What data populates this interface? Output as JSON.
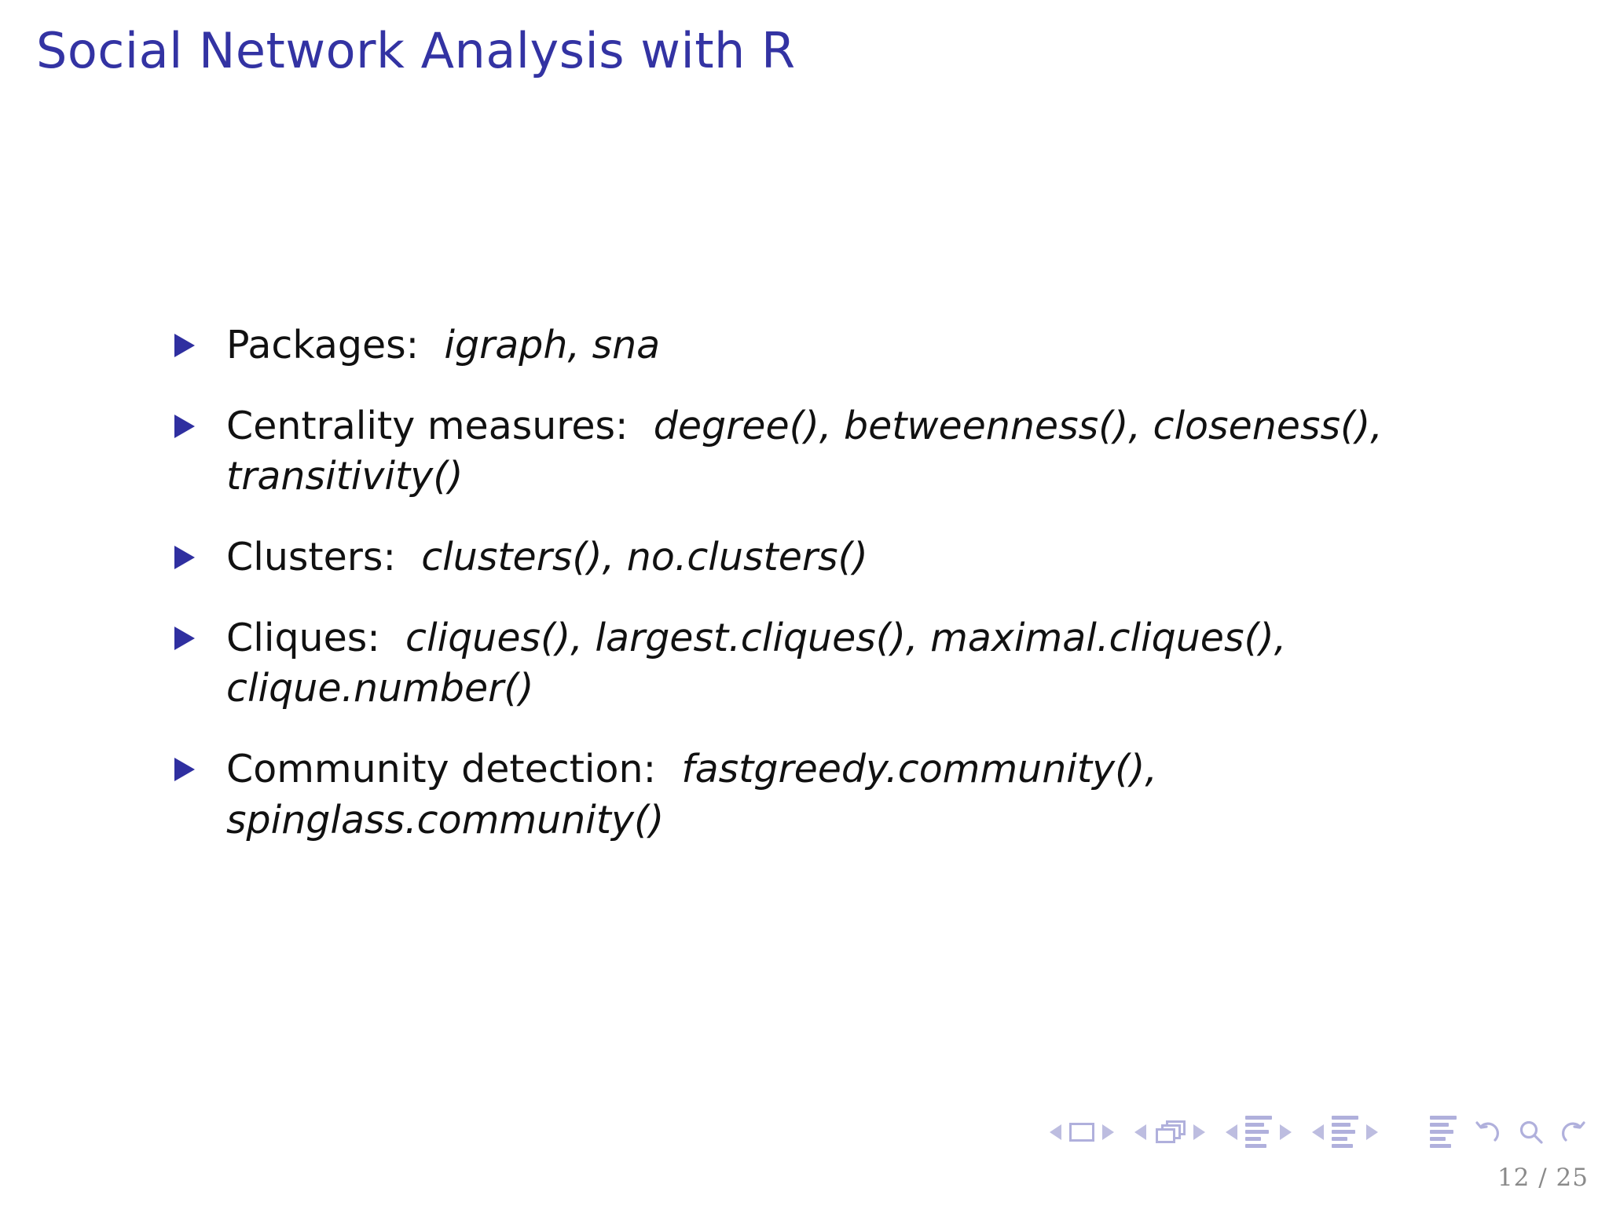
{
  "slide": {
    "title": "Social Network Analysis with R",
    "background_color": "#ffffff",
    "title_color": "#3333A3",
    "bullet_color": "#2F2FA0",
    "body_text_color": "#111111",
    "nav_icon_color": "#B0B0DC",
    "page_number_color": "#8A8A8A"
  },
  "bullets": [
    {
      "label": "Packages:",
      "functions": "igraph, sna",
      "full_text": "Packages: igraph, sna"
    },
    {
      "label": "Centrality measures:",
      "functions": "degree(), betweenness(), closeness(), transitivity()",
      "full_text": "Centrality measures: degree(), betweenness(), closeness(), transitivity()"
    },
    {
      "label": "Clusters:",
      "functions": "clusters(), no.clusters()",
      "full_text": "Clusters: clusters(), no.clusters()"
    },
    {
      "label": "Cliques:",
      "functions": "cliques(), largest.cliques(), maximal.cliques(), clique.number()",
      "full_text": "Cliques: cliques(), largest.cliques(), maximal.cliques(), clique.number()"
    },
    {
      "label": "Community detection:",
      "functions": "fastgreedy.community(), spinglass.community()",
      "full_text": "Community detection: fastgreedy.community(), spinglass.community()"
    }
  ],
  "navigation": {
    "groups": [
      {
        "name": "frame-navigation",
        "icon": "frame-icon"
      },
      {
        "name": "slide-navigation",
        "icon": "slides-icon"
      },
      {
        "name": "subsection-navigation",
        "icon": "subsection-lines-icon"
      },
      {
        "name": "section-navigation",
        "icon": "section-lines-icon"
      }
    ],
    "presentation_icon": "presentation-lines-icon",
    "back_icon": "undo-arrow-icon",
    "search_icon": "magnifier-icon",
    "forward_icon": "redo-arrow-icon",
    "prev_icon": "triangle-left-icon",
    "next_icon": "triangle-right-icon"
  },
  "footer": {
    "page_number": "12 / 25"
  }
}
